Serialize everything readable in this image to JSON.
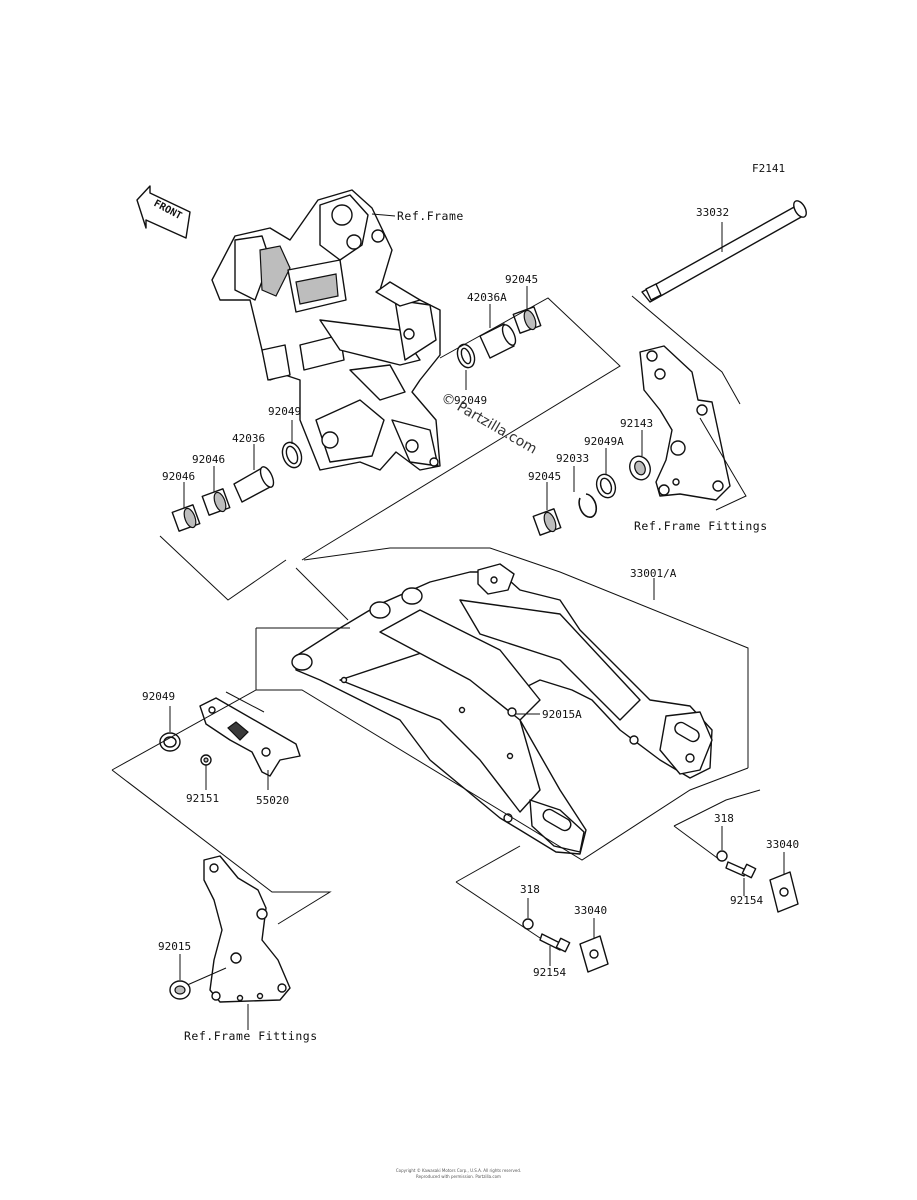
{
  "diagram_code": "F2141",
  "front_label": "FRONT",
  "watermark": "© Partzilla.com",
  "labels": {
    "ref_frame": "Ref.Frame",
    "ref_frame_fittings_right": "Ref.Frame Fittings",
    "ref_frame_fittings_left": "Ref.Frame Fittings",
    "p33032": "33032",
    "p92045_top": "92045",
    "p42036A": "42036A",
    "p92049_top": "92049",
    "p92049_left": "92049",
    "p42036": "42036",
    "p92046_a": "92046",
    "p92046_b": "92046",
    "p92143": "92143",
    "p92049A": "92049A",
    "p92033": "92033",
    "p92045_mid": "92045",
    "p33001A": "33001/A",
    "p92049_lower": "92049",
    "p92015A": "92015A",
    "p92151": "92151",
    "p55020": "55020",
    "p318_right": "318",
    "p33040_right": "33040",
    "p92154_right": "92154",
    "p318_left": "318",
    "p33040_left": "33040",
    "p92154_left": "92154",
    "p92015": "92015"
  },
  "footer": [
    "Copyright © Kawasaki Motors Corp., U.S.A. All rights reserved.",
    "Reproduced with permission. Partzilla.com"
  ]
}
